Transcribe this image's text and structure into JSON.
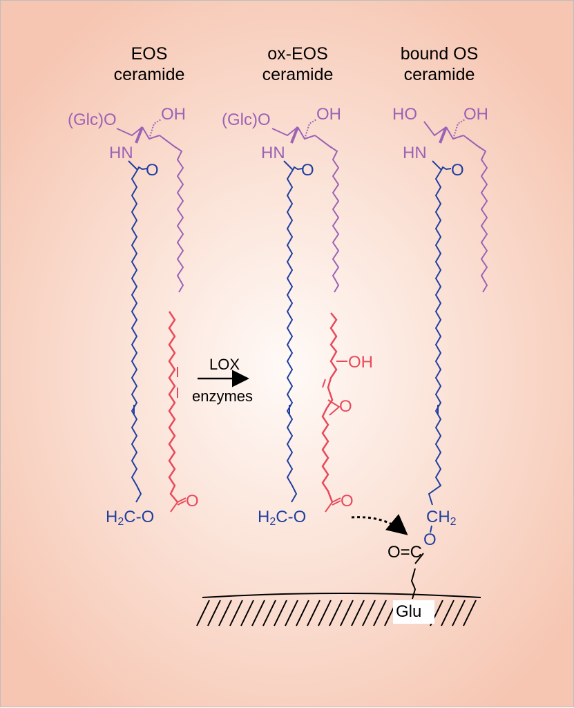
{
  "titles": {
    "eos": {
      "line1": "EOS",
      "line2": "ceramide"
    },
    "oxeos": {
      "line1": "ox-EOS",
      "line2": "ceramide"
    },
    "bound": {
      "line1": "bound OS",
      "line2": "ceramide"
    }
  },
  "labels": {
    "glc_o": "(Glc)O",
    "oh": "OH",
    "ho": "HO",
    "hn": "HN",
    "o": "O",
    "h2c": "H",
    "h2c_sub": "2",
    "h2c_tail": "C-O",
    "ch2": "CH",
    "ch2_sub": "2",
    "o_link": "O",
    "carbonyl": "O=C",
    "glu": "Glu"
  },
  "reaction": {
    "line1": "LOX",
    "line2": "enzymes"
  },
  "colors": {
    "sphingoid": "#9b62b5",
    "fatty_acid": "#1f3ea0",
    "linoleate": "#e8495a",
    "arrow": "#000000",
    "background": "#f6c6b2"
  }
}
